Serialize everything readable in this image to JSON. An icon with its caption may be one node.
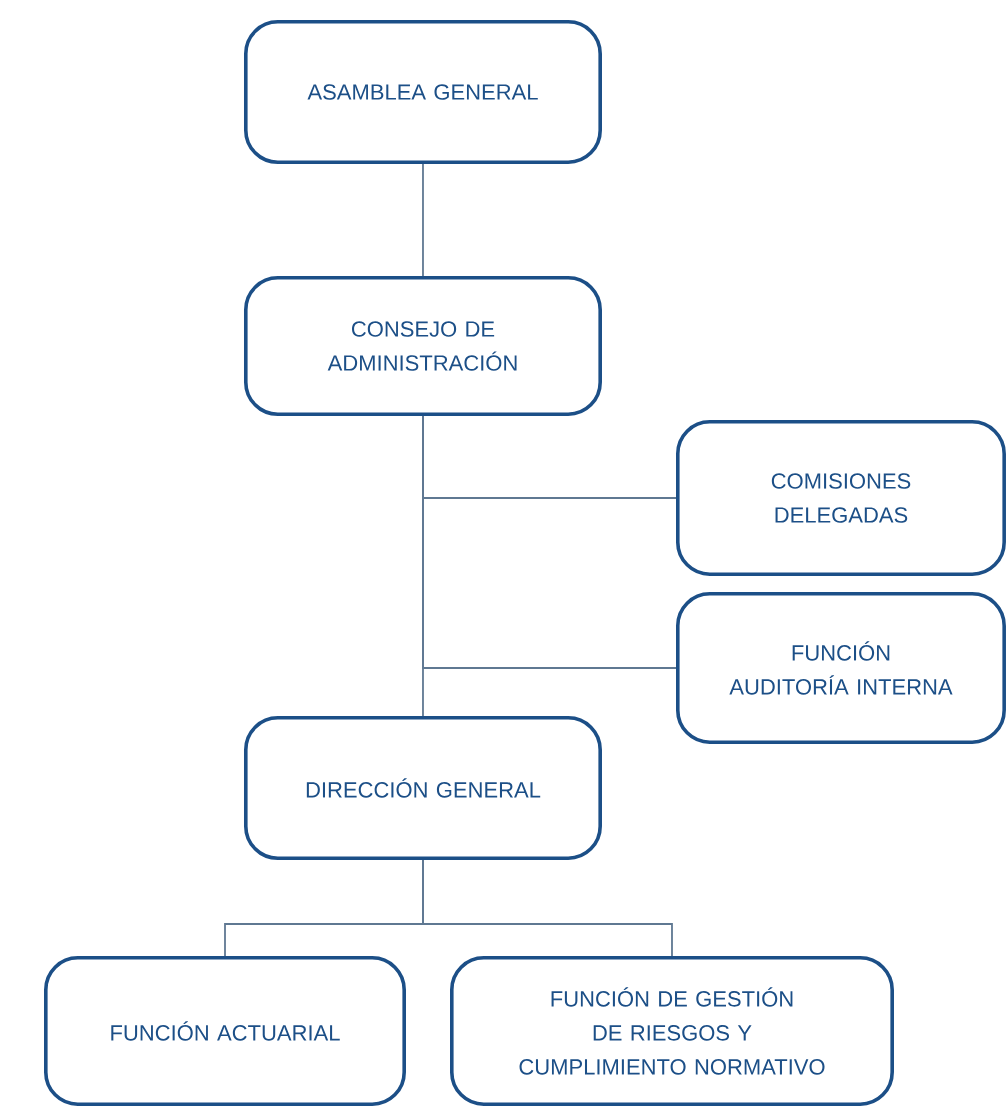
{
  "diagram": {
    "nodes": [
      {
        "text": [
          "ASAMBLEA GENERAL"
        ]
      },
      {
        "text": [
          "CONSEJO DE ADMINISTRACIÓN"
        ]
      },
      {
        "text": [
          "COMISIONES DELEGADAS"
        ]
      },
      {
        "text": [
          "FUNCIÓN AUDITORÍA INTERNA"
        ]
      },
      {
        "text": [
          "DIRECCIÓN GENERAL"
        ]
      },
      {
        "text": [
          "FUNCIÓN ACTUARIAL"
        ]
      },
      {
        "text": [
          "FUNCIÓN DE GESTIÓN DE RIESGOS Y CUMPLIMIENTO NORMATIVO"
        ]
      }
    ],
    "edges": [
      {
        "from": 0,
        "to": 1,
        "arrow": "none"
      },
      {
        "from": 1,
        "to": 4,
        "arrow": "none"
      },
      {
        "from": 1,
        "to": 2,
        "arrow": "none"
      },
      {
        "from": 1,
        "to": 3,
        "arrow": "none"
      },
      {
        "from": 4,
        "to": 5,
        "arrow": "none"
      },
      {
        "from": 4,
        "to": 6,
        "arrow": "none"
      }
    ]
  }
}
